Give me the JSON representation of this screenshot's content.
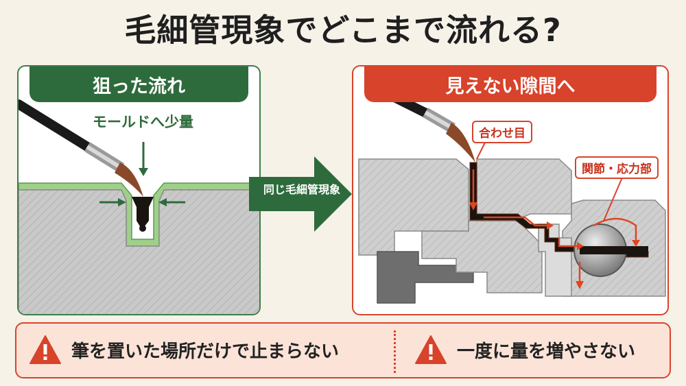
{
  "title": "毛細管現象でどこまで流れる?",
  "left_panel": {
    "heading": "狙った流れ",
    "label": "モールドへ少量"
  },
  "arrow": {
    "label": "同じ毛細管現象"
  },
  "right_panel": {
    "heading": "見えない隙間へ",
    "callout_seam": "合わせ目",
    "callout_joint": "関節・応力部"
  },
  "warnings": [
    {
      "icon": "warning-icon",
      "text": "筆を置いた場所だけで止まらない"
    },
    {
      "icon": "warning-icon",
      "text": "一度に量を増やさない"
    }
  ],
  "colors": {
    "green": "#2e6b3c",
    "red": "#d8432b",
    "ink": "#1a1410",
    "wash": "#9fcf8a"
  }
}
